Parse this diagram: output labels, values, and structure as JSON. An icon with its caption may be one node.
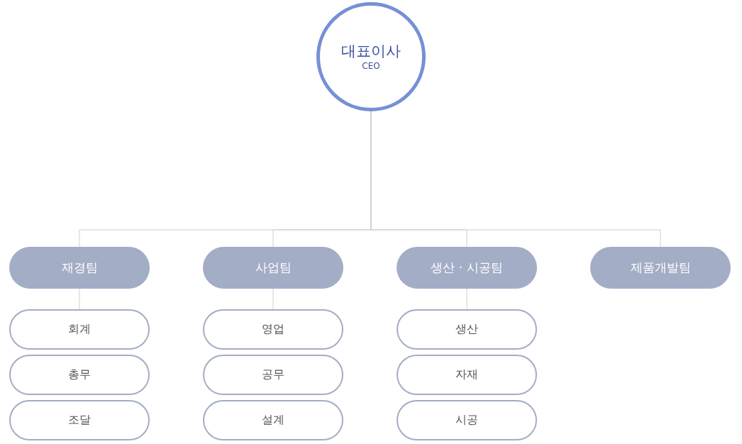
{
  "diagram": {
    "nodes": [
      {
        "text": [
          "대표이사",
          "CEO"
        ]
      },
      {
        "text": [
          "재경팀"
        ]
      },
      {
        "text": [
          "사업팀"
        ]
      },
      {
        "text": [
          "생산 · 시공팀"
        ]
      },
      {
        "text": [
          "제품개발팀"
        ]
      },
      {
        "text": [
          "회계"
        ]
      },
      {
        "text": [
          "총무"
        ]
      },
      {
        "text": [
          "조달"
        ]
      },
      {
        "text": [
          "영업"
        ]
      },
      {
        "text": [
          "공무"
        ]
      },
      {
        "text": [
          "설계"
        ]
      },
      {
        "text": [
          "생산"
        ]
      },
      {
        "text": [
          "자재"
        ]
      },
      {
        "text": [
          "시공"
        ]
      }
    ],
    "edges": [
      {
        "from": 0,
        "to": 1,
        "arrow": "none"
      },
      {
        "from": 0,
        "to": 2,
        "arrow": "none"
      },
      {
        "from": 0,
        "to": 3,
        "arrow": "none"
      },
      {
        "from": 0,
        "to": 4,
        "arrow": "none"
      },
      {
        "from": 1,
        "to": 5,
        "arrow": "none"
      },
      {
        "from": 2,
        "to": 8,
        "arrow": "none"
      },
      {
        "from": 3,
        "to": 11,
        "arrow": "none"
      }
    ]
  }
}
